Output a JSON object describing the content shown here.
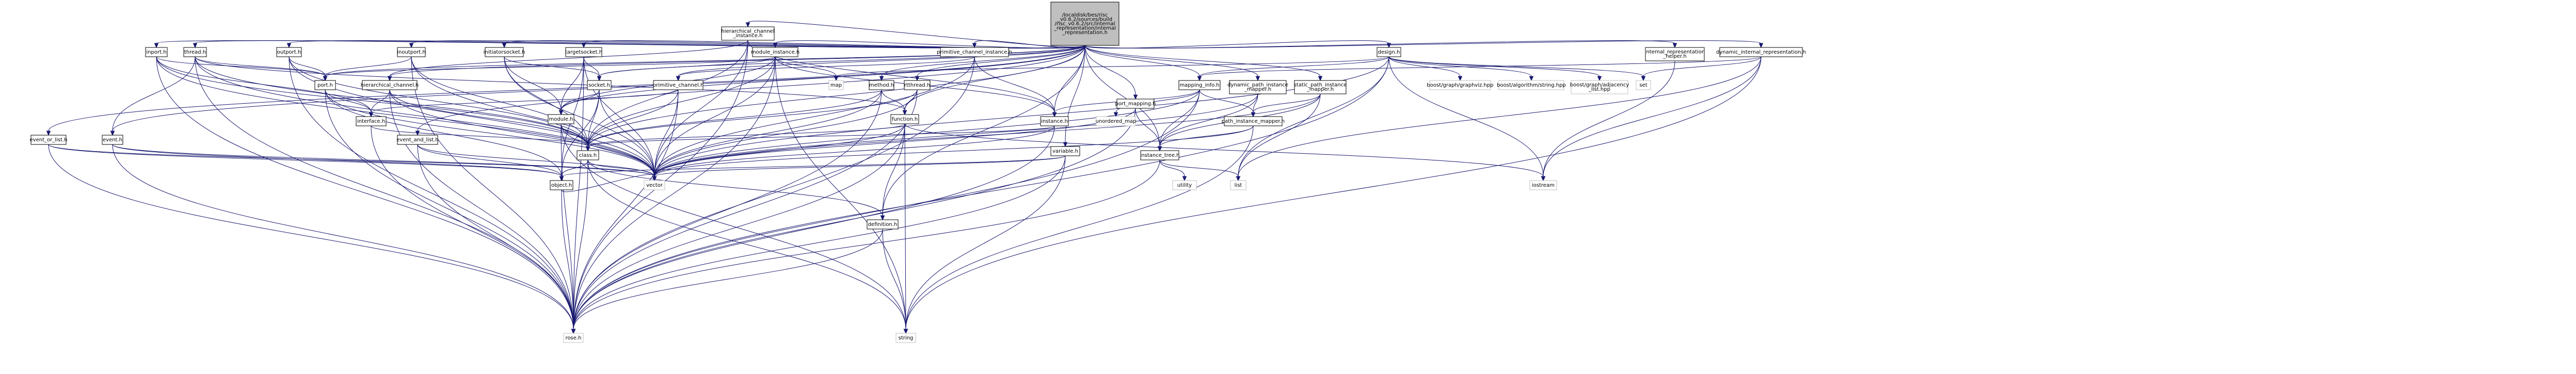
{
  "graph": {
    "root": "root",
    "nodes": [
      {
        "id": "root",
        "lines": [
          "/localdisk/bes/risc",
          "_v0.6.2/sources/build",
          "/risc_v0.6.2/src/internal",
          "_representation/internal",
          "_representation.h"
        ],
        "style": "root"
      },
      {
        "id": "irhelper",
        "lines": [
          "internal_representation",
          "_helper.h"
        ],
        "style": "link"
      },
      {
        "id": "dynir",
        "lines": [
          "dynamic_internal_representation.h"
        ],
        "style": "link"
      },
      {
        "id": "design",
        "lines": [
          "design.h"
        ],
        "style": "link"
      },
      {
        "id": "spim",
        "lines": [
          "static_path_instance",
          "_mapper.h"
        ],
        "style": "link"
      },
      {
        "id": "dpim",
        "lines": [
          "dynamic_path_instance",
          "_mapper.h"
        ],
        "style": "link"
      },
      {
        "id": "mapinfo",
        "lines": [
          "mapping_info.h"
        ],
        "style": "link"
      },
      {
        "id": "portmap",
        "lines": [
          "port_mapping.h"
        ],
        "style": "link"
      },
      {
        "id": "variable",
        "lines": [
          "variable.h"
        ],
        "style": "link"
      },
      {
        "id": "pcinst",
        "lines": [
          "primitive_channel_instance.h"
        ],
        "style": "link"
      },
      {
        "id": "rtthread",
        "lines": [
          "rtthread.h"
        ],
        "style": "link"
      },
      {
        "id": "method",
        "lines": [
          "method.h"
        ],
        "style": "link"
      },
      {
        "id": "modinst",
        "lines": [
          "module_instance.h"
        ],
        "style": "link"
      },
      {
        "id": "hcinst",
        "lines": [
          "hierarchical_channel",
          "_instance.h"
        ],
        "style": "link"
      },
      {
        "id": "primchan",
        "lines": [
          "primitive_channel.h"
        ],
        "style": "link"
      },
      {
        "id": "tsock",
        "lines": [
          "targetsocket.h"
        ],
        "style": "link"
      },
      {
        "id": "isock",
        "lines": [
          "initiatorsocket.h"
        ],
        "style": "link"
      },
      {
        "id": "inout",
        "lines": [
          "inoutport.h"
        ],
        "style": "link"
      },
      {
        "id": "hchan",
        "lines": [
          "hierarchical_channel.h"
        ],
        "style": "link"
      },
      {
        "id": "outport",
        "lines": [
          "outport.h"
        ],
        "style": "link"
      },
      {
        "id": "thread",
        "lines": [
          "thread.h"
        ],
        "style": "link"
      },
      {
        "id": "inport",
        "lines": [
          "inport.h"
        ],
        "style": "link"
      },
      {
        "id": "eventh",
        "lines": [
          "event.h"
        ],
        "style": "link"
      },
      {
        "id": "eorlist",
        "lines": [
          "event_or_list.h"
        ],
        "style": "link"
      },
      {
        "id": "eandlist",
        "lines": [
          "event_and_list.h"
        ],
        "style": "link"
      },
      {
        "id": "pim",
        "lines": [
          "path_instance_mapper.h"
        ],
        "style": "link"
      },
      {
        "id": "itree",
        "lines": [
          "instance_tree.h"
        ],
        "style": "link"
      },
      {
        "id": "instance",
        "lines": [
          "instance.h"
        ],
        "style": "link"
      },
      {
        "id": "function",
        "lines": [
          "function.h"
        ],
        "style": "link"
      },
      {
        "id": "socket",
        "lines": [
          "socket.h"
        ],
        "style": "link"
      },
      {
        "id": "module",
        "lines": [
          "module.h"
        ],
        "style": "link"
      },
      {
        "id": "port",
        "lines": [
          "port.h"
        ],
        "style": "link"
      },
      {
        "id": "interface",
        "lines": [
          "interface.h"
        ],
        "style": "link"
      },
      {
        "id": "classh",
        "lines": [
          "class.h"
        ],
        "style": "link"
      },
      {
        "id": "object",
        "lines": [
          "object.h"
        ],
        "style": "link"
      },
      {
        "id": "definition",
        "lines": [
          "definition.h"
        ],
        "style": "link"
      },
      {
        "id": "roseh",
        "lines": [
          "rose.h"
        ],
        "style": "plain"
      },
      {
        "id": "string",
        "lines": [
          "string"
        ],
        "style": "plain"
      },
      {
        "id": "vector",
        "lines": [
          "vector"
        ],
        "style": "plain"
      },
      {
        "id": "list",
        "lines": [
          "list"
        ],
        "style": "plain"
      },
      {
        "id": "utility",
        "lines": [
          "utility"
        ],
        "style": "plain"
      },
      {
        "id": "iostream",
        "lines": [
          "iostream"
        ],
        "style": "plain"
      },
      {
        "id": "set",
        "lines": [
          "set"
        ],
        "style": "plain"
      },
      {
        "id": "map",
        "lines": [
          "map"
        ],
        "style": "plain"
      },
      {
        "id": "umap",
        "lines": [
          "unordered_map"
        ],
        "style": "plain"
      },
      {
        "id": "bgraphviz",
        "lines": [
          "boost/graph/graphviz.hpp"
        ],
        "style": "plain"
      },
      {
        "id": "balgo",
        "lines": [
          "boost/algorithm/string.hpp"
        ],
        "style": "plain"
      },
      {
        "id": "badj",
        "lines": [
          "boost/graph/adjacency",
          "_list.hpp"
        ],
        "style": "plain"
      }
    ],
    "edges": [
      [
        "root",
        "irhelper"
      ],
      [
        "root",
        "dynir"
      ],
      [
        "root",
        "design"
      ],
      [
        "root",
        "spim"
      ],
      [
        "root",
        "dpim"
      ],
      [
        "root",
        "mapinfo"
      ],
      [
        "root",
        "portmap"
      ],
      [
        "root",
        "variable"
      ],
      [
        "root",
        "pcinst"
      ],
      [
        "root",
        "rtthread"
      ],
      [
        "root",
        "method"
      ],
      [
        "root",
        "modinst"
      ],
      [
        "root",
        "hcinst"
      ],
      [
        "root",
        "primchan"
      ],
      [
        "root",
        "tsock"
      ],
      [
        "root",
        "isock"
      ],
      [
        "root",
        "inout"
      ],
      [
        "root",
        "hchan"
      ],
      [
        "root",
        "outport"
      ],
      [
        "root",
        "thread"
      ],
      [
        "root",
        "inport"
      ],
      [
        "root",
        "eventh"
      ],
      [
        "root",
        "eorlist"
      ],
      [
        "root",
        "eandlist"
      ],
      [
        "root",
        "itree"
      ],
      [
        "root",
        "instance"
      ],
      [
        "root",
        "function"
      ],
      [
        "root",
        "socket"
      ],
      [
        "root",
        "module"
      ],
      [
        "root",
        "port"
      ],
      [
        "root",
        "classh"
      ],
      [
        "root",
        "definition"
      ],
      [
        "irhelper",
        "iostream"
      ],
      [
        "dynir",
        "set"
      ],
      [
        "dynir",
        "iostream"
      ],
      [
        "dynir",
        "list"
      ],
      [
        "dynir",
        "mapinfo"
      ],
      [
        "dynir",
        "string"
      ],
      [
        "design",
        "map"
      ],
      [
        "design",
        "set"
      ],
      [
        "design",
        "iostream"
      ],
      [
        "design",
        "list"
      ],
      [
        "design",
        "vector"
      ],
      [
        "design",
        "bgraphviz"
      ],
      [
        "design",
        "balgo"
      ],
      [
        "design",
        "badj"
      ],
      [
        "design",
        "mapinfo"
      ],
      [
        "design",
        "roseh"
      ],
      [
        "spim",
        "pim"
      ],
      [
        "spim",
        "itree"
      ],
      [
        "spim",
        "vector"
      ],
      [
        "spim",
        "list"
      ],
      [
        "dpim",
        "pim"
      ],
      [
        "dpim",
        "itree"
      ],
      [
        "dpim",
        "vector"
      ],
      [
        "mapinfo",
        "instance"
      ],
      [
        "mapinfo",
        "itree"
      ],
      [
        "mapinfo",
        "umap"
      ],
      [
        "mapinfo",
        "pim"
      ],
      [
        "mapinfo",
        "vector"
      ],
      [
        "mapinfo",
        "roseh"
      ],
      [
        "portmap",
        "itree"
      ],
      [
        "portmap",
        "vector"
      ],
      [
        "portmap",
        "roseh"
      ],
      [
        "variable",
        "object"
      ],
      [
        "variable",
        "vector"
      ],
      [
        "variable",
        "roseh"
      ],
      [
        "variable",
        "string"
      ],
      [
        "pcinst",
        "primchan"
      ],
      [
        "pcinst",
        "instance"
      ],
      [
        "pcinst",
        "vector"
      ],
      [
        "pcinst",
        "roseh"
      ],
      [
        "rtthread",
        "function"
      ],
      [
        "rtthread",
        "classh"
      ],
      [
        "rtthread",
        "vector"
      ],
      [
        "rtthread",
        "roseh"
      ],
      [
        "method",
        "function"
      ],
      [
        "method",
        "classh"
      ],
      [
        "method",
        "vector"
      ],
      [
        "method",
        "roseh"
      ],
      [
        "modinst",
        "module"
      ],
      [
        "modinst",
        "socket"
      ],
      [
        "modinst",
        "port"
      ],
      [
        "modinst",
        "instance"
      ],
      [
        "modinst",
        "map"
      ],
      [
        "modinst",
        "vector"
      ],
      [
        "modinst",
        "roseh"
      ],
      [
        "modinst",
        "classh"
      ],
      [
        "modinst",
        "string"
      ],
      [
        "hcinst",
        "hchan"
      ],
      [
        "hcinst",
        "instance"
      ],
      [
        "hcinst",
        "vector"
      ],
      [
        "hcinst",
        "roseh"
      ],
      [
        "hcinst",
        "classh"
      ],
      [
        "primchan",
        "interface"
      ],
      [
        "primchan",
        "classh"
      ],
      [
        "primchan",
        "vector"
      ],
      [
        "primchan",
        "roseh"
      ],
      [
        "tsock",
        "socket"
      ],
      [
        "tsock",
        "module"
      ],
      [
        "tsock",
        "vector"
      ],
      [
        "tsock",
        "roseh"
      ],
      [
        "tsock",
        "object"
      ],
      [
        "isock",
        "socket"
      ],
      [
        "isock",
        "module"
      ],
      [
        "isock",
        "vector"
      ],
      [
        "isock",
        "classh"
      ],
      [
        "inout",
        "port"
      ],
      [
        "inout",
        "classh"
      ],
      [
        "inout",
        "vector"
      ],
      [
        "inout",
        "roseh"
      ],
      [
        "hchan",
        "interface"
      ],
      [
        "hchan",
        "classh"
      ],
      [
        "hchan",
        "vector"
      ],
      [
        "hchan",
        "roseh"
      ],
      [
        "outport",
        "port"
      ],
      [
        "outport",
        "classh"
      ],
      [
        "outport",
        "vector"
      ],
      [
        "outport",
        "roseh"
      ],
      [
        "thread",
        "function"
      ],
      [
        "thread",
        "port"
      ],
      [
        "thread",
        "classh"
      ],
      [
        "thread",
        "eventh"
      ],
      [
        "thread",
        "vector"
      ],
      [
        "thread",
        "roseh"
      ],
      [
        "inport",
        "port"
      ],
      [
        "inport",
        "interface"
      ],
      [
        "inport",
        "classh"
      ],
      [
        "inport",
        "vector"
      ],
      [
        "inport",
        "roseh"
      ],
      [
        "eventh",
        "object"
      ],
      [
        "eventh",
        "vector"
      ],
      [
        "eventh",
        "roseh"
      ],
      [
        "eorlist",
        "object"
      ],
      [
        "eorlist",
        "vector"
      ],
      [
        "eorlist",
        "roseh"
      ],
      [
        "eandlist",
        "object"
      ],
      [
        "eandlist",
        "vector"
      ],
      [
        "eandlist",
        "roseh"
      ],
      [
        "pim",
        "itree"
      ],
      [
        "pim",
        "vector"
      ],
      [
        "pim",
        "string"
      ],
      [
        "itree",
        "list"
      ],
      [
        "itree",
        "utility"
      ],
      [
        "itree",
        "roseh"
      ],
      [
        "instance",
        "classh"
      ],
      [
        "instance",
        "vector"
      ],
      [
        "instance",
        "roseh"
      ],
      [
        "function",
        "definition"
      ],
      [
        "function",
        "classh"
      ],
      [
        "function",
        "vector"
      ],
      [
        "function",
        "iostream"
      ],
      [
        "function",
        "roseh"
      ],
      [
        "function",
        "string"
      ],
      [
        "socket",
        "module"
      ],
      [
        "socket",
        "classh"
      ],
      [
        "socket",
        "object"
      ],
      [
        "socket",
        "vector"
      ],
      [
        "module",
        "classh"
      ],
      [
        "module",
        "vector"
      ],
      [
        "module",
        "roseh"
      ],
      [
        "module",
        "string"
      ],
      [
        "port",
        "interface"
      ],
      [
        "port",
        "object"
      ],
      [
        "port",
        "vector"
      ],
      [
        "port",
        "roseh"
      ],
      [
        "interface",
        "classh"
      ],
      [
        "interface",
        "roseh"
      ],
      [
        "classh",
        "object"
      ],
      [
        "classh",
        "definition"
      ],
      [
        "classh",
        "vector"
      ],
      [
        "classh",
        "roseh"
      ],
      [
        "classh",
        "string"
      ],
      [
        "object",
        "vector"
      ],
      [
        "object",
        "roseh"
      ],
      [
        "definition",
        "roseh"
      ],
      [
        "definition",
        "string"
      ]
    ]
  }
}
